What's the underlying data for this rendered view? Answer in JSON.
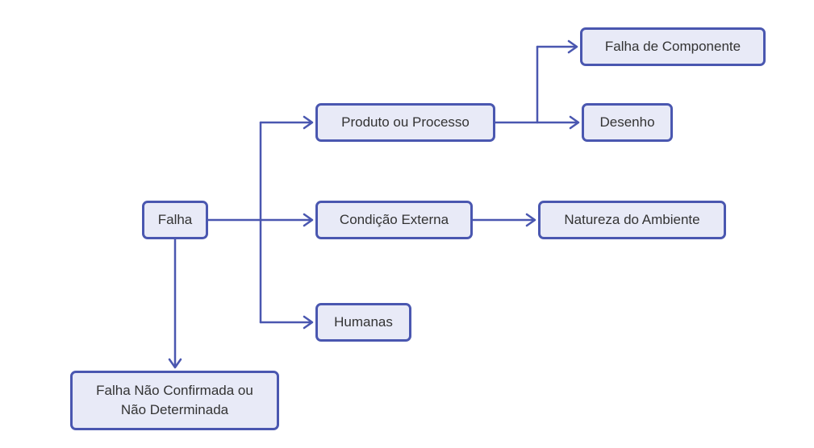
{
  "diagram": {
    "nodes": {
      "falha": "Falha",
      "produto_processo": "Produto ou Processo",
      "condicao_externa": "Condição Externa",
      "humanas": "Humanas",
      "falha_componente": "Falha de Componente",
      "desenho": "Desenho",
      "natureza_ambiente": "Natureza do Ambiente",
      "nao_confirmada_line1": "Falha Não Confirmada ou",
      "nao_confirmada_line2": "Não Determinada"
    },
    "edges": [
      {
        "from": "Falha",
        "to": "Produto ou Processo"
      },
      {
        "from": "Falha",
        "to": "Condição Externa"
      },
      {
        "from": "Falha",
        "to": "Humanas"
      },
      {
        "from": "Falha",
        "to": "Falha Não Confirmada ou Não Determinada"
      },
      {
        "from": "Produto ou Processo",
        "to": "Falha de Componente"
      },
      {
        "from": "Produto ou Processo",
        "to": "Desenho"
      },
      {
        "from": "Condição Externa",
        "to": "Natureza do Ambiente"
      }
    ],
    "colors": {
      "node_fill": "#e8eaf7",
      "node_border": "#4a57b0",
      "connector": "#4a57b0",
      "text": "#333333",
      "background": "#ffffff"
    }
  }
}
